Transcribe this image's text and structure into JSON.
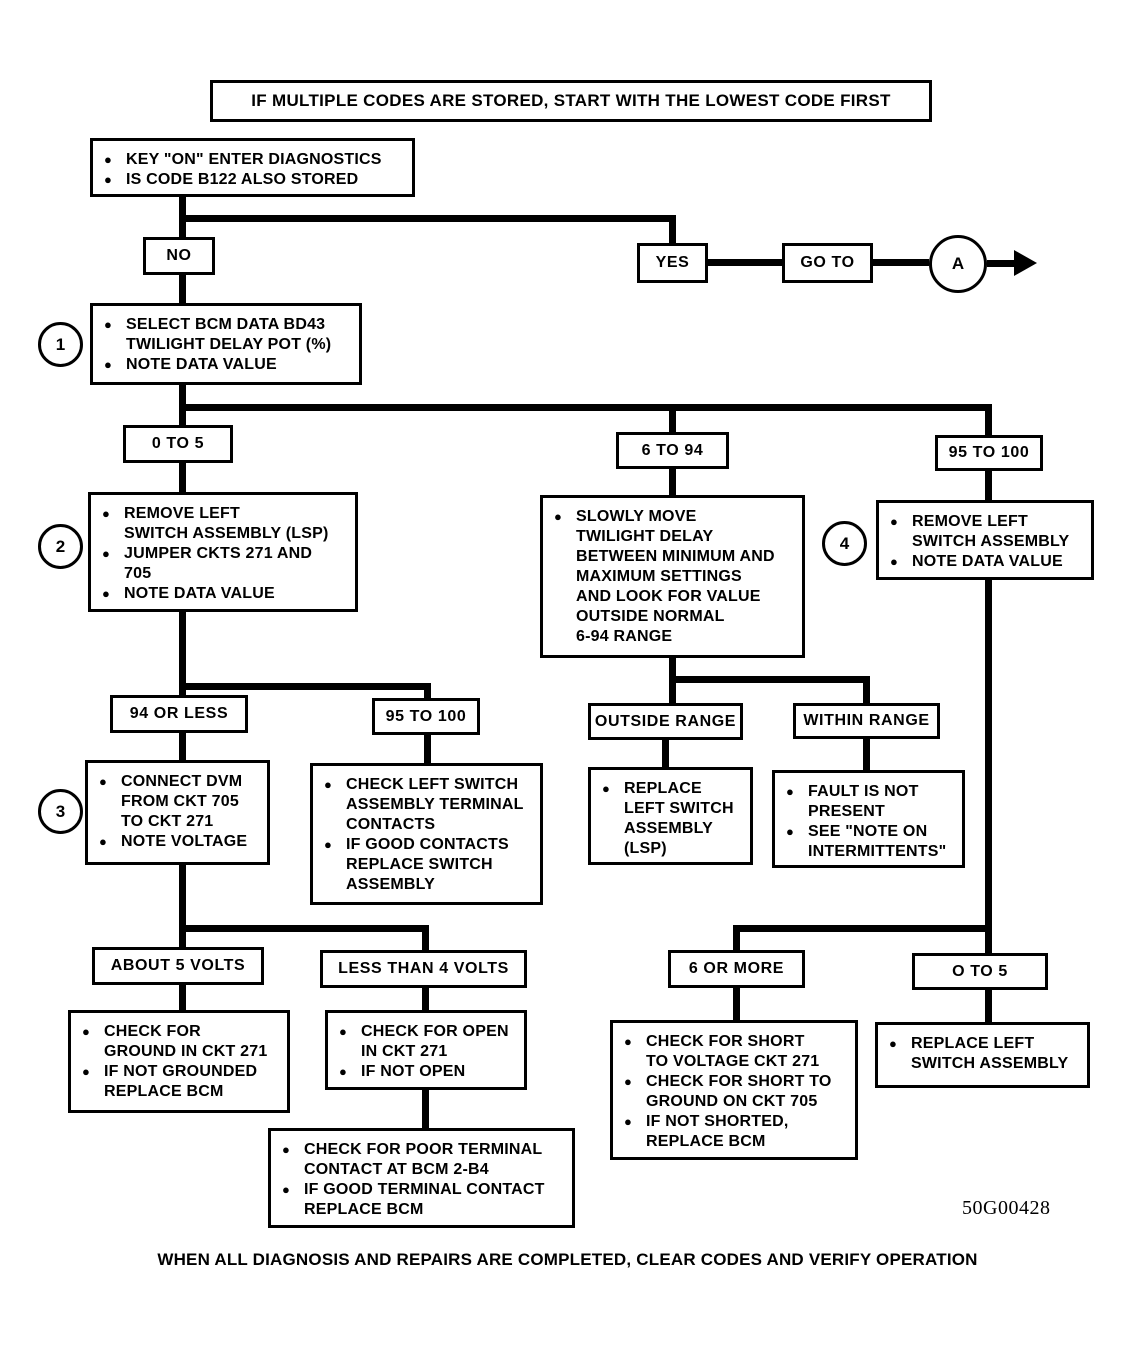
{
  "colors": {
    "ink": "#000000",
    "paper": "#ffffff"
  },
  "banner": "IF MULTIPLE CODES ARE STORED, START WITH THE LOWEST CODE FIRST",
  "footer": "WHEN ALL DIAGNOSIS AND REPAIRS ARE COMPLETED, CLEAR CODES AND VERIFY OPERATION",
  "figure_ref": "50G00428",
  "connectors": {
    "no": "NO",
    "yes": "YES",
    "go_to": "GO TO",
    "a": "A"
  },
  "steps": {
    "s1": "1",
    "s2": "2",
    "s3": "3",
    "s4": "4"
  },
  "branches": {
    "b0to5": "0 TO 5",
    "b6to94": "6 TO 94",
    "b95to100_top": "95 TO 100",
    "b94orless": "94 OR LESS",
    "b95to100_mid": "95 TO 100",
    "outside": "OUTSIDE RANGE",
    "within": "WITHIN RANGE",
    "about5": "ABOUT 5 VOLTS",
    "less4": "LESS THAN 4 VOLTS",
    "b6ormore": "6 OR MORE",
    "oto5": "O TO 5"
  },
  "nodes": {
    "key_on": {
      "bullets": [
        "KEY \"ON\" ENTER DIAGNOSTICS",
        "IS CODE B122 ALSO STORED"
      ]
    },
    "select_bcm": {
      "bullets": [
        "SELECT BCM DATA BD43\nTWILIGHT DELAY POT (%)",
        "NOTE DATA VALUE"
      ]
    },
    "remove_lsp_jumper": {
      "bullets": [
        "REMOVE LEFT\nSWITCH ASSEMBLY (LSP)",
        "JUMPER CKTS 271 AND\n705",
        "NOTE DATA VALUE"
      ]
    },
    "slowly_move": {
      "bullets": [
        "SLOWLY MOVE\nTWILIGHT DELAY\nBETWEEN MINIMUM AND\nMAXIMUM SETTINGS\nAND LOOK FOR VALUE\nOUTSIDE NORMAL\n6-94 RANGE"
      ]
    },
    "remove_left_note": {
      "bullets": [
        "REMOVE LEFT\nSWITCH ASSEMBLY",
        "NOTE DATA VALUE"
      ]
    },
    "connect_dvm": {
      "bullets": [
        "CONNECT DVM\nFROM CKT 705\nTO CKT 271",
        "NOTE VOLTAGE"
      ]
    },
    "check_left_switch": {
      "bullets": [
        "CHECK LEFT SWITCH\nASSEMBLY TERMINAL\nCONTACTS",
        "IF GOOD CONTACTS\nREPLACE SWITCH\nASSEMBLY"
      ]
    },
    "replace_lsp": {
      "bullets": [
        "REPLACE\nLEFT SWITCH\nASSEMBLY\n(LSP)"
      ]
    },
    "fault_not_present": {
      "bullets": [
        "FAULT IS NOT\nPRESENT",
        "SEE \"NOTE ON\nINTERMITTENTS\""
      ]
    },
    "check_ground": {
      "bullets": [
        "CHECK FOR\nGROUND IN CKT 271",
        "IF NOT GROUNDED\nREPLACE BCM"
      ]
    },
    "check_open": {
      "bullets": [
        "CHECK FOR OPEN\nIN CKT 271",
        "IF NOT OPEN"
      ]
    },
    "poor_terminal": {
      "bullets": [
        "CHECK FOR POOR TERMINAL\nCONTACT AT BCM 2-B4",
        "IF GOOD TERMINAL CONTACT\nREPLACE BCM"
      ]
    },
    "check_short": {
      "bullets": [
        "CHECK FOR SHORT\nTO VOLTAGE CKT 271",
        "CHECK FOR SHORT TO\nGROUND ON CKT 705",
        "IF NOT SHORTED,\nREPLACE BCM"
      ]
    },
    "replace_left": {
      "bullets": [
        "REPLACE LEFT\nSWITCH ASSEMBLY"
      ]
    }
  }
}
